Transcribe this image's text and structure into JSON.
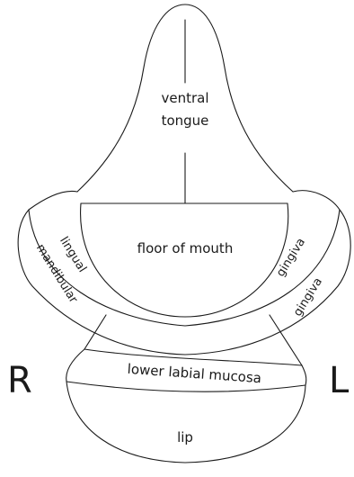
{
  "regions": {
    "ventral_tongue": [
      "ventral",
      "tongue"
    ],
    "floor_of_mouth": "floor of mouth",
    "lingual_gingiva_right": "lingual",
    "lingual_gingiva_left": "gingiva",
    "mandibular_gingiva_right": "mandibular",
    "mandibular_gingiva_left": "gingiva",
    "lower_labial_mucosa": "lower labial mucosa",
    "lip": "lip"
  },
  "sides": {
    "right": "R",
    "left": "L"
  }
}
